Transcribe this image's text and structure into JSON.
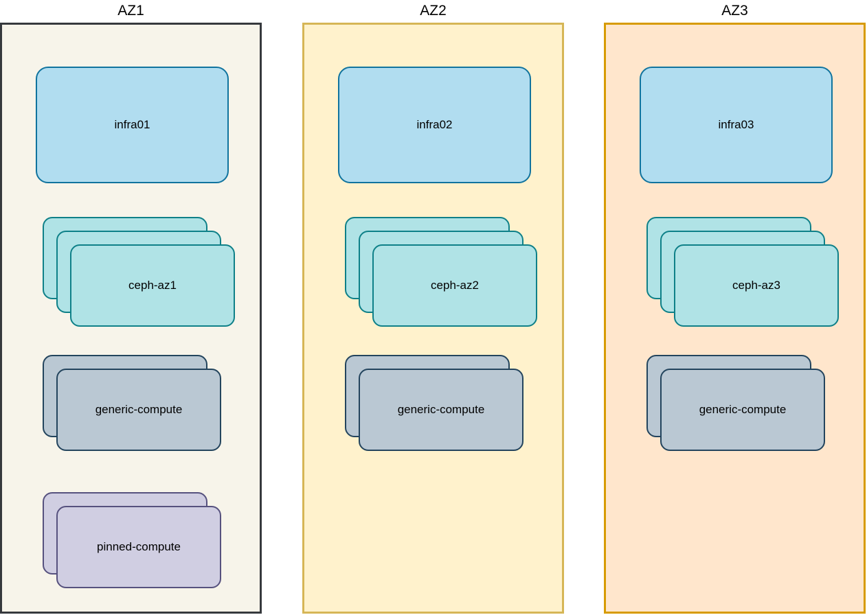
{
  "diagram": {
    "background": "#ffffff",
    "text_color": "#000000",
    "zones": [
      {
        "title": "AZ1",
        "fill": "#f7f4ea",
        "border_color": "#36393d",
        "nodes": [
          {
            "label": "infra01",
            "type": "infra",
            "count": 1
          },
          {
            "label": "ceph-az1",
            "type": "ceph",
            "count": 3
          },
          {
            "label": "generic-compute",
            "type": "generic",
            "count": 2
          },
          {
            "label": "pinned-compute",
            "type": "pinned",
            "count": 2
          }
        ]
      },
      {
        "title": "AZ2",
        "fill": "#fff2cc",
        "border_color": "#d6b656",
        "nodes": [
          {
            "label": "infra02",
            "type": "infra",
            "count": 1
          },
          {
            "label": "ceph-az2",
            "type": "ceph",
            "count": 3
          },
          {
            "label": "generic-compute",
            "type": "generic",
            "count": 2
          }
        ]
      },
      {
        "title": "AZ3",
        "fill": "#ffe6cc",
        "border_color": "#d79b00",
        "nodes": [
          {
            "label": "infra03",
            "type": "infra",
            "count": 1
          },
          {
            "label": "ceph-az3",
            "type": "ceph",
            "count": 3
          },
          {
            "label": "generic-compute",
            "type": "generic",
            "count": 2
          }
        ]
      }
    ],
    "node_styles": {
      "infra": {
        "fill": "#b1ddf0",
        "border": "#10739e"
      },
      "ceph": {
        "fill": "#b0e3e6",
        "border": "#0e8088"
      },
      "generic": {
        "fill": "#bac8d3",
        "border": "#23445d"
      },
      "pinned": {
        "fill": "#d0cee2",
        "border": "#56517e"
      }
    }
  }
}
